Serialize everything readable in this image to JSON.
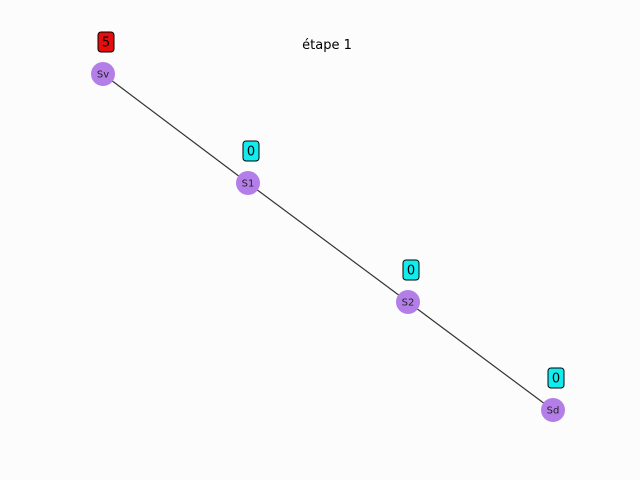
{
  "title": "étape 1",
  "colors": {
    "node_fill": "#b47ee8",
    "badge_positive": "#e80d0d",
    "badge_zero": "#12ecef",
    "edge": "#333333"
  },
  "nodes": [
    {
      "id": "Sv",
      "label": "Sv",
      "value": "5"
    },
    {
      "id": "S1",
      "label": "S1",
      "value": "0"
    },
    {
      "id": "S2",
      "label": "S2",
      "value": "0"
    },
    {
      "id": "Sd",
      "label": "Sd",
      "value": "0"
    }
  ],
  "edges": [
    {
      "from": "Sv",
      "to": "S1"
    },
    {
      "from": "S1",
      "to": "S2"
    },
    {
      "from": "S2",
      "to": "Sd"
    }
  ]
}
